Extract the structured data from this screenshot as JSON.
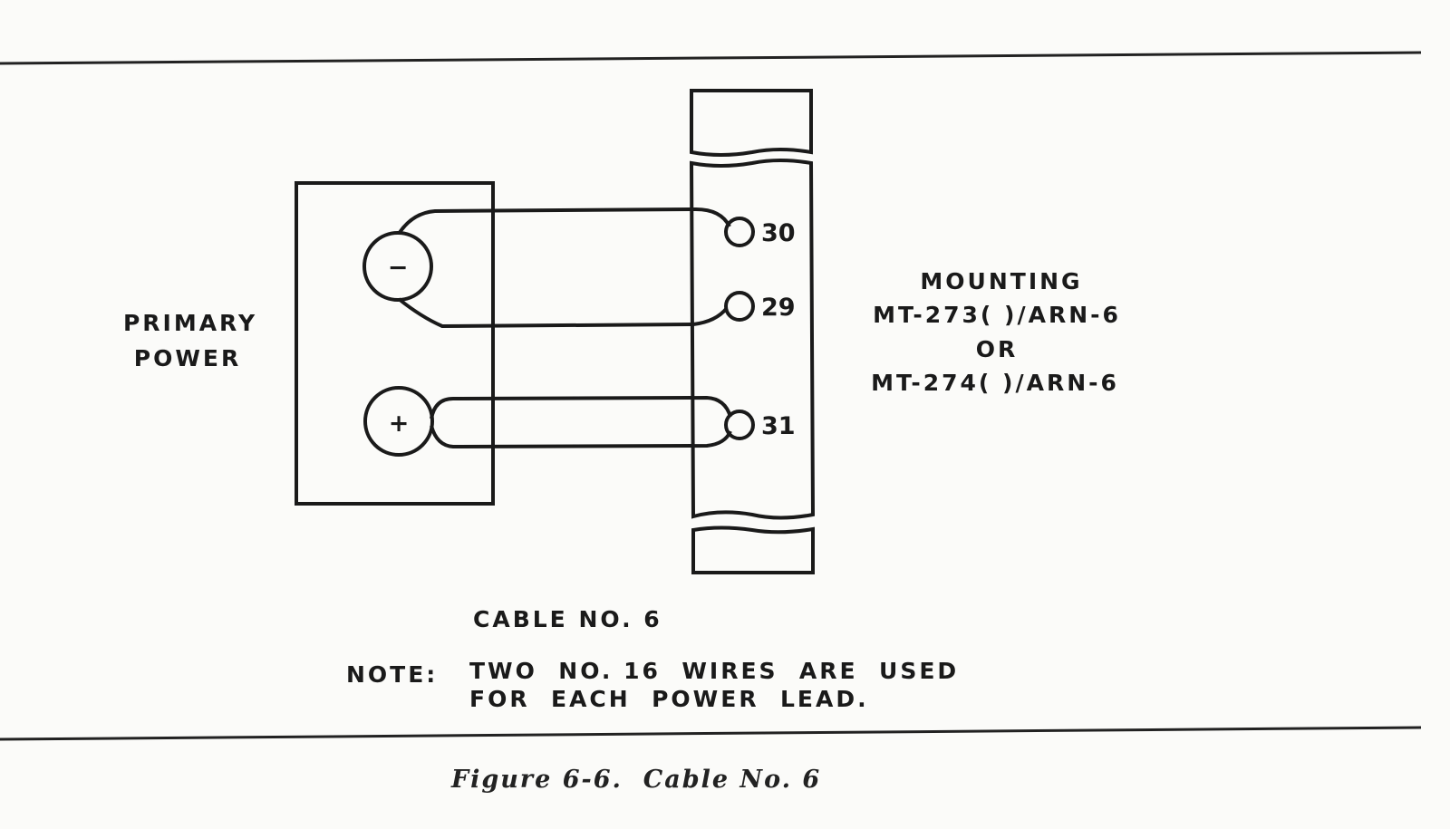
{
  "power_label": [
    "PRIMARY",
    "POWER"
  ],
  "terminals": {
    "negative_symbol": "−",
    "positive_symbol": "+"
  },
  "pins": [
    "30",
    "29",
    "31"
  ],
  "mounting_label": [
    "MOUNTING",
    "MT-273(  )/ARN-6",
    "OR",
    "MT-274(  )/ARN-6"
  ],
  "cable_label": "CABLE NO. 6",
  "note": {
    "prefix": "NOTE:",
    "line1": "TWO  NO. 16  WIRES  ARE  USED",
    "line2": "FOR  EACH  POWER  LEAD."
  },
  "caption": "Figure 6-6.  Cable No. 6"
}
